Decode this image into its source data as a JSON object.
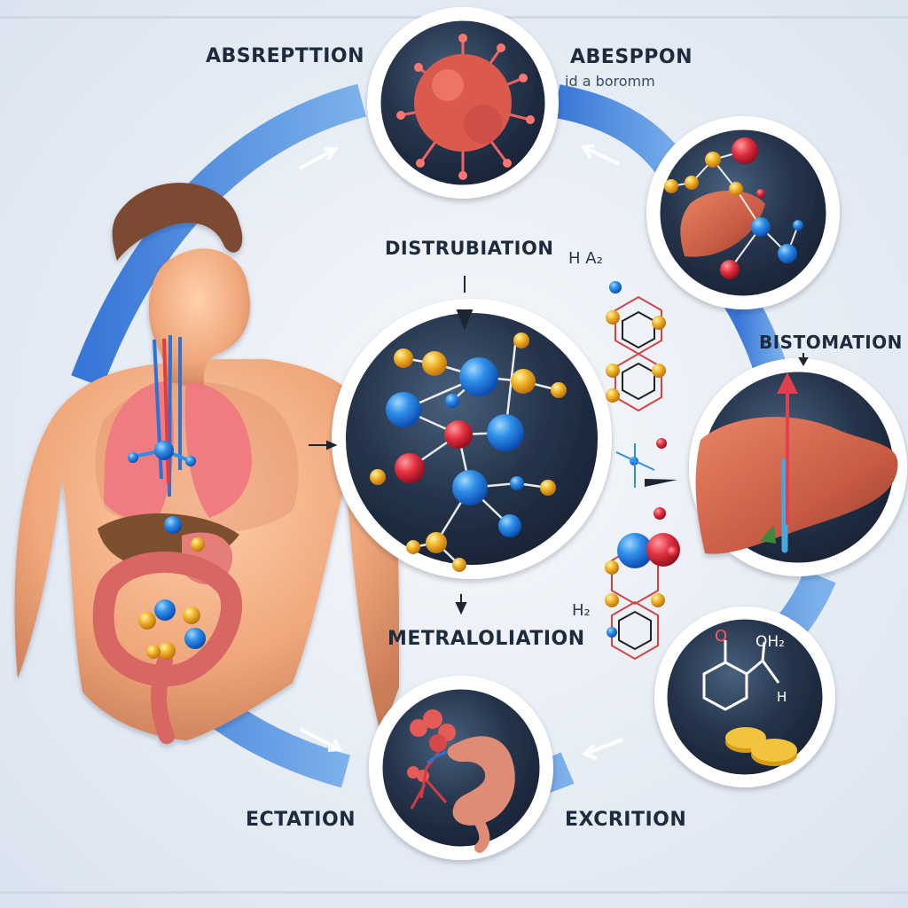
{
  "labels": {
    "top_left": "ABSREPTTION",
    "top_right": "ABESPPON",
    "top_right_sub": "id a boromm",
    "center_top": "DISTRUBIATION",
    "right_middle": "BISTOMATION",
    "center_bottom": "METRALOLIATION",
    "bottom_left": "ECTATION",
    "bottom_right": "EXCRITION"
  },
  "chemistry": {
    "ha_label": "H A₂",
    "h2_label": "H₂",
    "oh_label": "OH₂",
    "h_label": "H",
    "o_label": "O"
  },
  "colors": {
    "arrow_blue": "#3f82e0",
    "dark_circle": "#25334a",
    "molecule_blue": "#2f8fe8",
    "molecule_gold": "#efb126",
    "molecule_red": "#e23242",
    "organ_red": "#c95b45",
    "skin": "#f0a77b"
  },
  "icons": {
    "bacterium": "red-microbe-icon",
    "liver": "liver-icon",
    "stomach": "stomach-icon",
    "molecule": "molecule-network-icon",
    "pills": "pills-icon"
  }
}
